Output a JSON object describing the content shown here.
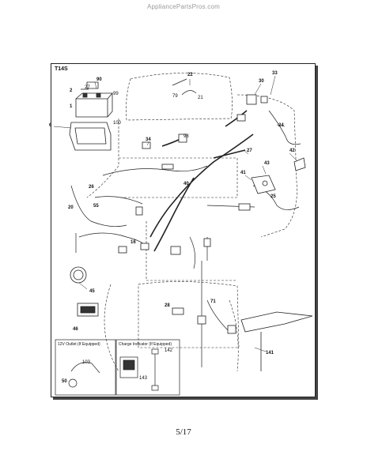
{
  "watermark": "AppliancePartsPros.com",
  "figure_label": "T14S",
  "page_number": "5/17",
  "callouts": {
    "c90": "90",
    "c22": "22",
    "c30": "30",
    "c33": "33",
    "c2": "2",
    "c27a": "27",
    "c99": "99",
    "c1": "1",
    "c6": "6",
    "c100": "100",
    "c79": "79",
    "c21": "21",
    "c24": "24",
    "c34": "34",
    "c98": "98",
    "c27b": "27",
    "c42": "42",
    "c43": "43",
    "c41": "41",
    "c26": "26",
    "c40": "40",
    "c25": "25",
    "c20": "20",
    "c55": "55",
    "c16": "16",
    "c71": "71",
    "c28": "28",
    "c45": "45",
    "c46": "46",
    "c141": "141",
    "c103": "103",
    "c50": "50",
    "c142": "142",
    "c143": "143"
  },
  "insets": {
    "outlet_title": "12V Outlet (If Equipped)",
    "charge_title": "Charge Indicator (If Equipped)"
  }
}
